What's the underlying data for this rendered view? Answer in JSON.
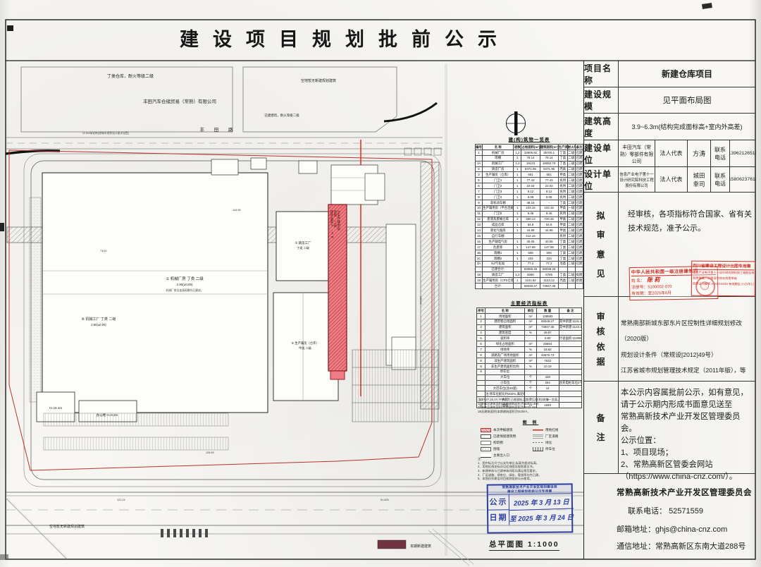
{
  "title": "建设项目规划批前公示",
  "info_panel": {
    "rows": [
      {
        "label": "项目名称",
        "value": "新建仓库项目"
      },
      {
        "label": "建设规模",
        "value": "见平面布局图"
      },
      {
        "label": "建筑高度",
        "value": "3.9~6.3m(结构完成面标高+室内外高差)"
      },
      {
        "label": "建设单位",
        "company": "丰田汽车（常熟）零部件有限公司",
        "rep_label": "法人代表",
        "rep": "方涛",
        "tel_label": "联系电话",
        "tel": "13962126519"
      },
      {
        "label": "设计单位",
        "company": "信息产业电子第十一设计研究院科技工程股份有限公司",
        "rep_label": "法人代表",
        "rep": "城田幸司",
        "tel_label": "联系电话",
        "tel": "15806237611"
      }
    ],
    "opinion": {
      "label": "拟审意见",
      "lines": [
        "经审核，各项指标符合国家、省有关",
        "技术规范，准予公示。"
      ]
    },
    "basis": {
      "label": "审核依据",
      "lines": [
        "常熟南部新城东部东片区控制性详细规划修改（2020版）",
        "规划设计条件（常规设[2012]49号）",
        "江苏省城市规划管理技术规定（2011年版），等"
      ]
    },
    "remark": {
      "label": "备注",
      "lines": [
        "本公示内容属批前公示，如有意见，",
        "请于公示期内形成书面意见送至",
        "常熟高新技术产业开发区管理委员会。",
        "公示位置：",
        "1、项目现场；",
        "2、常熟高新区管委会网站",
        "（https://www.china-cnz.com/）。"
      ]
    },
    "footer": {
      "org": "常熟高新技术产业开发区管理委员会",
      "tel_label": "联系电话：",
      "tel": "52571559",
      "email_label": "邮箱地址：",
      "email": "ghjs@china-cnz.com",
      "addr_label": "通信地址：",
      "addr": "常熟高新区东南大道288号"
    }
  },
  "stamps": {
    "architect": {
      "title": "中华人民共和国一级注册建筑师",
      "name_label": "姓 名：",
      "name": "陈 莉",
      "reg_label": "注册号：",
      "reg": "5100002-070",
      "valid_label": "有效期：",
      "valid": "至2025年6月"
    },
    "sichuan": {
      "title": "四川省建设工程设计出图专用章",
      "company": "信息产业电子第十一设计研究院科技工程股份有限公司",
      "grade": "资质等级：工程设计综合资质甲级",
      "cert": "资质证书编号:A151000049 有效期至:2023年12月"
    },
    "date_stamp": {
      "header1": "常熟高新技术产业开发区规划建设局",
      "header2": "建设工程规划批前公示专用章",
      "row1_label": "公示",
      "row1": "2025 年 3 月 13 日",
      "row2_label": "日期",
      "row2": "至 2025 年 3 月 24 日"
    }
  },
  "building_table": {
    "title": "建(构)筑物一览表",
    "header": [
      "编号",
      "名 称",
      "层数",
      "占地面积(m²)",
      "建筑面积(m²)",
      "生产类别",
      "耐火等级",
      "备注"
    ],
    "rows": [
      [
        "1",
        "机械厂房",
        "1,2",
        "33606.92",
        "35700.1",
        "丁类",
        "二级",
        "已建"
      ],
      [
        "",
        "雨棚",
        "1",
        "78.14",
        "78.14",
        "丁类",
        "二级",
        "已建"
      ],
      [
        "1A",
        "机械工厂",
        "1,2",
        "18123",
        "19082.79",
        "丁类",
        "二级",
        "已建"
      ],
      [
        "2",
        "铸造厂房",
        "1",
        "8471.96",
        "8471.96",
        "丙类",
        "二级",
        "已建"
      ],
      [
        "3",
        "生产辅房（仓库）",
        "1",
        "651",
        "651",
        "甲类",
        "二级",
        "已建"
      ],
      [
        "5",
        "门卫1",
        "1",
        "77.43",
        "77.43",
        "民用",
        "二级",
        "已建"
      ],
      [
        "6",
        "门卫2",
        "1",
        "22.03",
        "22.03",
        "民用",
        "二级",
        "已建"
      ],
      [
        "7",
        "门卫3",
        "1",
        "9.12",
        "9.12",
        "民用",
        "二级",
        "已建"
      ],
      [
        "8",
        "门卫4",
        "1",
        "9.08",
        "9.08",
        "民用",
        "二级",
        "已建"
      ],
      [
        "9",
        "非机动车棚",
        "-",
        "48.16",
        "-",
        "丁类",
        "二级",
        "已建"
      ],
      [
        "10",
        "生产辅用房（平台连廊）",
        "1",
        "103.16",
        "103.16",
        "甲类",
        "一级",
        "已建"
      ],
      [
        "11",
        "门卫5",
        "1",
        "9.45",
        "9.45",
        "民用",
        "二级",
        "已建"
      ],
      [
        "12",
        "废液及废桶仓库",
        "2",
        "360.13",
        "720.26",
        "甲类",
        "二级",
        "已建"
      ],
      [
        "13",
        "成品仓库",
        "1",
        "54.8",
        "54.8",
        "甲类",
        "二级",
        "已建"
      ],
      [
        "14",
        "液化气瓶库",
        "1",
        "44.99",
        "44.99",
        "甲类",
        "二级",
        "已建"
      ],
      [
        "15",
        "自行车棚",
        "",
        "412.16",
        "",
        "民用",
        "二级",
        "已建"
      ],
      [
        "16",
        "生产辅电气房",
        "1",
        "40.05",
        "40.05",
        "丁类",
        "二级",
        "已建"
      ],
      [
        "17",
        "危废库",
        "1",
        "147.69",
        "147.69",
        "丁类",
        "二级",
        "已建"
      ],
      [
        "1B",
        "雨棚1",
        "1",
        "508",
        "506",
        "丁类",
        "二级",
        "已建"
      ],
      [
        "1C",
        "雨棚2",
        "1",
        "234",
        "234",
        "丁类",
        "二级",
        "已建"
      ],
      [
        "3A",
        "N2气化站",
        "1",
        "77.2",
        "77.2",
        "戊类",
        "二级",
        "已建"
      ],
      [
        "",
        "已建合计:",
        "",
        "63086.45",
        "69039.25",
        "",
        "",
        ""
      ],
      [
        "18",
        "铸造工厂",
        "1,2",
        "5080",
        "5785",
        "丁类",
        "二级",
        "拟建"
      ],
      [
        "19",
        "生产辅用房（CPS仓库）",
        "1",
        "1101.82",
        "1123.12",
        "丙类",
        "二级",
        "新建"
      ],
      [
        "",
        "合计:",
        "",
        "69048.27",
        "73947.35",
        "",
        "",
        ""
      ]
    ]
  },
  "economic_table": {
    "title": "主要经济指标表",
    "header": [
      "序号",
      "名 称",
      "单位",
      "数 量",
      "备 注"
    ],
    "rows": [
      [
        "1",
        "用地面积",
        "m²",
        "138583",
        ""
      ],
      [
        "2",
        "建筑物占地面积",
        "m²",
        "69048.27",
        "其中新建:1101.82"
      ],
      [
        "3",
        "建筑面积",
        "m²",
        "73847.35",
        "其中新建:1123.12"
      ],
      [
        "4",
        "建筑密度",
        "%",
        "49.97",
        ""
      ],
      [
        "5",
        "容积率",
        "",
        "0.80",
        "计容面积:110995.95"
      ],
      [
        "6",
        "绿化占地面积",
        "m²",
        "25664",
        ""
      ],
      [
        "7",
        "绿地率",
        "%",
        "18.52",
        ""
      ],
      [
        "8",
        "道路及广场用地面积",
        "m²",
        "43670.73",
        ""
      ],
      [
        "8",
        "非生产建筑面积",
        "m²",
        "7532",
        ""
      ],
      [
        "8",
        "非生产建筑面积比例",
        "%",
        "10.19",
        ""
      ],
      [
        "9",
        "停车位:",
        "",
        "",
        ""
      ],
      [
        "",
        "大车位",
        "个",
        "448",
        ""
      ],
      [
        "",
        "小车位",
        "个",
        "264",
        "含充电桩车位2个"
      ],
      [
        "",
        "大巴车位(含45座)",
        "个",
        "14",
        ""
      ],
      [
        "",
        "注:停车位配比约202%,满足规划要求。",
        "",
        "",
        ""
      ],
      [
        "10",
        "大门",
        "个",
        "6",
        ""
      ],
      [
        "11",
        "围墙",
        "m",
        "1840",
        ""
      ]
    ]
  },
  "econ_notes": [
    "注:1#,2#,1B,4#,7#单体为已建建筑,层数详见建(构)筑物一览表。",
    "1#单体总建筑面积(本期建筑面积)为16872.3m²,",
    "2#单体总建筑面积(本期建筑面积)为3232.4m²,",
    "1B总建筑面积(本期建筑面积)为520m²。"
  ],
  "legend": {
    "title": "图 例",
    "left": [
      {
        "swatch": "new",
        "label": "本次申报建筑"
      },
      {
        "swatch": "existing",
        "label": "已建保留建筑物"
      },
      {
        "swatch": "structure",
        "label": "构筑物"
      },
      {
        "swatch": "wall",
        "label": "围墙"
      },
      {
        "swatch": "gate",
        "label": "主要出入口"
      }
    ],
    "right": [
      {
        "swatch": "redline",
        "label": "用地红线"
      },
      {
        "swatch": "road",
        "label": "厂区道路"
      },
      {
        "swatch": "green",
        "label": "绿化"
      },
      {
        "swatch": "parking",
        "label": "停车位"
      }
    ]
  },
  "plan_notes": [
    "注:",
    "1、图中标注尺寸以米为单位,标高为相对标高。",
    "2、用地红线坐标详见红线图及规划意见书。",
    "3、新建单体与已建单体间距均满足规范要求。",
    "4、厂区道路、停车位、绿化、管线等均为已建。",
    "5、本图仅作建设项目规划批前公示使用。"
  ],
  "site_plan": {
    "labels": {
      "parcel_a": "丁类仓库，耐火等级二级",
      "company": "丰田汽车仓储贸易（常熟）有限公司",
      "parcel_b": "空地暂无新建规划建筑",
      "existing_note": "已建建筑，耐火等级二级",
      "road_name": "丰 田 路",
      "annotation": "12.5m绿化带(按城市规划设计要求设置)",
      "b1_title": "① 机械厂房 丁类 二级",
      "b1_elev": "2.90(±0.00)",
      "b1_note": "机械厂房及连接雨棚均已建成。",
      "b6_title": "⑥ 机械工厂 丁类 二级",
      "b6_elev": "2.90(±0.00)",
      "b2_line1": "② 铸造工厂",
      "b2_line2": "丁类 二级",
      "b3_line1": "③ 生产辅房（仓库）",
      "b3_line2": "甲类 二级",
      "new_l1": "⑲生产辅用房",
      "new_l2": "丙类 二级",
      "new_l3": "建筑高度6.3m",
      "office": "办公楼 H=9.3m",
      "h15": "H=15.4m",
      "parcel_c": "空地暂无新建规划建筑",
      "d1": "73.00",
      "d2": "144.56",
      "d3": "128.59",
      "d4": "121.24",
      "d5": "51.625",
      "d6": "139.12"
    }
  },
  "scale_label": "总平面图 1:1000",
  "new_build_label": "本期新建建筑"
}
